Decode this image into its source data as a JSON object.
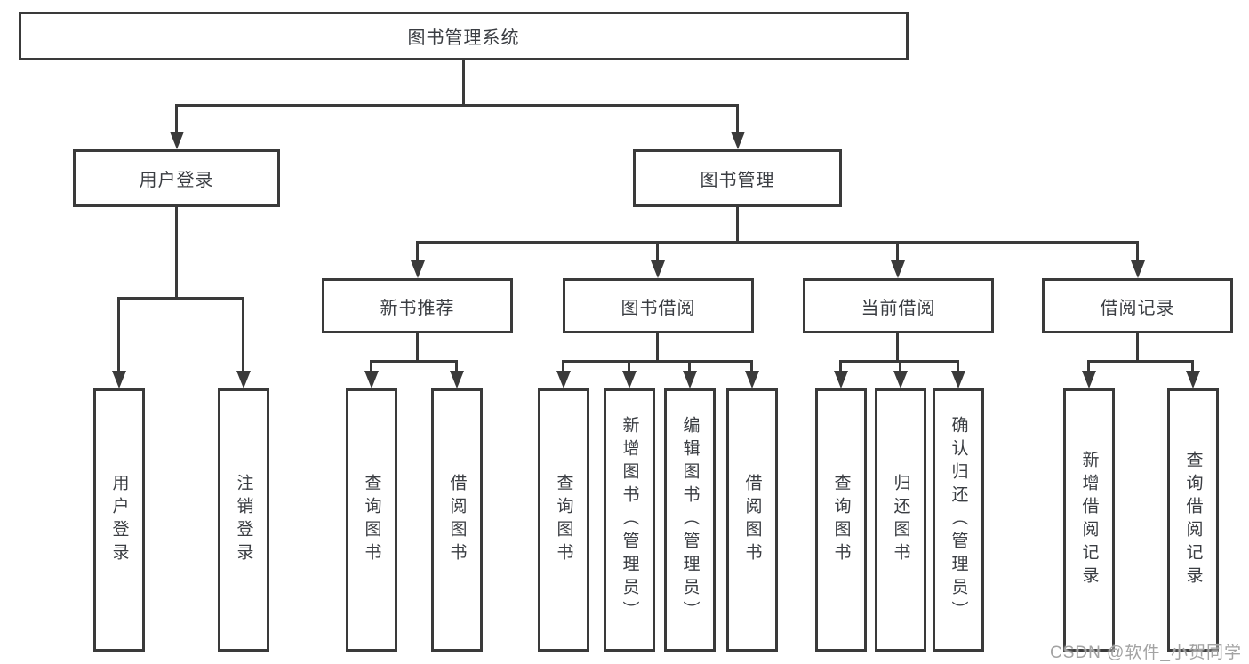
{
  "tree": {
    "label": "图书管理系统",
    "children": [
      {
        "label": "用户登录",
        "children": [
          {
            "label": "用户登录"
          },
          {
            "label": "注销登录"
          }
        ]
      },
      {
        "label": "图书管理",
        "children": [
          {
            "label": "新书推荐",
            "children": [
              {
                "label": "查询图书"
              },
              {
                "label": "借阅图书"
              }
            ]
          },
          {
            "label": "图书借阅",
            "children": [
              {
                "label": "查询图书"
              },
              {
                "label": "新增图书（管理员）"
              },
              {
                "label": "编辑图书（管理员）"
              },
              {
                "label": "借阅图书"
              }
            ]
          },
          {
            "label": "当前借阅",
            "children": [
              {
                "label": "查询图书"
              },
              {
                "label": "归还图书"
              },
              {
                "label": "确认归还（管理员）"
              }
            ]
          },
          {
            "label": "借阅记录",
            "children": [
              {
                "label": "新增借阅记录"
              },
              {
                "label": "查询借阅记录"
              }
            ]
          }
        ]
      }
    ]
  },
  "watermark": "CSDN @软件_小贺同学",
  "colors": {
    "line": "#3a3a3a",
    "text": "#3a3d42",
    "watermark": "#a3a3a3",
    "background": "#ffffff"
  }
}
